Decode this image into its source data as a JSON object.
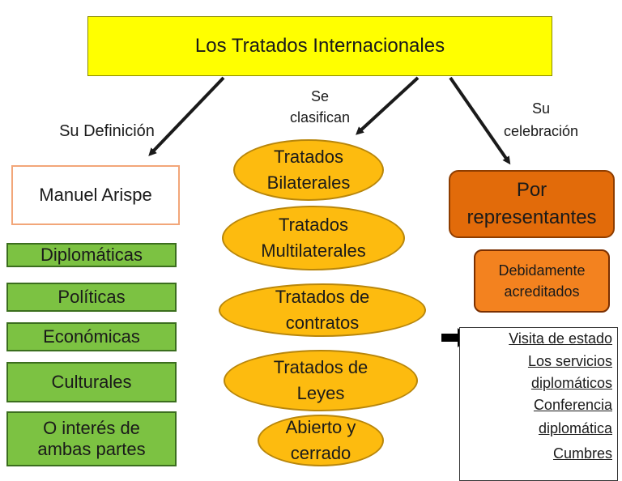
{
  "title": "Los Tratados Internacionales",
  "branches": {
    "definicion": "Su Definición",
    "clasifican_line1": "Se",
    "clasifican_line2": "clasifican",
    "celebracion_line1": "Su",
    "celebracion_line2": "celebración"
  },
  "definicion_box": "Manuel Arispe",
  "green_items": [
    {
      "line1": "Diplomáticas"
    },
    {
      "line1": "Políticas"
    },
    {
      "line1": "Económicas"
    },
    {
      "line1": "Culturales"
    },
    {
      "line1": "O interés de",
      "line2": "ambas partes"
    }
  ],
  "tratados": [
    {
      "line1": "Tratados",
      "line2": "Bilaterales"
    },
    {
      "line1": "Tratados",
      "line2": "Multilaterales"
    },
    {
      "line1": "Tratados de",
      "line2": "contratos"
    },
    {
      "line1": "Tratados de",
      "line2": "Leyes"
    },
    {
      "line1": "Abierto y",
      "line2": "cerrado"
    }
  ],
  "celebracion_box": {
    "line1": "Por",
    "line2": "representantes"
  },
  "acreditados_box": {
    "line1": "Debidamente",
    "line2": "acreditados"
  },
  "celebracion_list": [
    "Visita de estado",
    "Los servicios",
    "diplomáticos",
    "Conferencia",
    "diplomática",
    "Cumbres"
  ],
  "colors": {
    "title_bg": "#ffff00",
    "green": "#7cc242",
    "ellipse": "#fdbb0f",
    "orange_dark": "#e26b0a",
    "orange": "#f3821f"
  }
}
